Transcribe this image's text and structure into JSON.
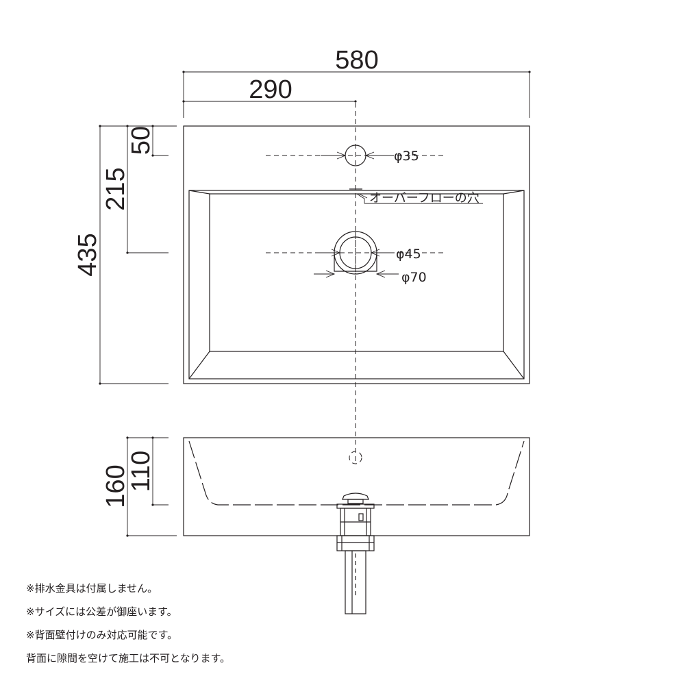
{
  "plan_view": {
    "dim_width": "580",
    "dim_half_width": "290",
    "dim_depth": "435",
    "dim_drain_offset": "215",
    "dim_faucet_offset": "50",
    "faucet_hole_label": "φ35",
    "overflow_label": "オーバーフローの穴",
    "drain_inner_label": "φ45",
    "drain_outer_label": "φ70"
  },
  "section_view": {
    "dim_height": "160",
    "dim_bowl_depth": "110"
  },
  "notes": [
    "※排水金具は付属しません。",
    "※サイズには公差が御座います。",
    "※背面壁付けのみ対応可能です。",
    "背面に隙間を空けて施工は不可となります。"
  ]
}
